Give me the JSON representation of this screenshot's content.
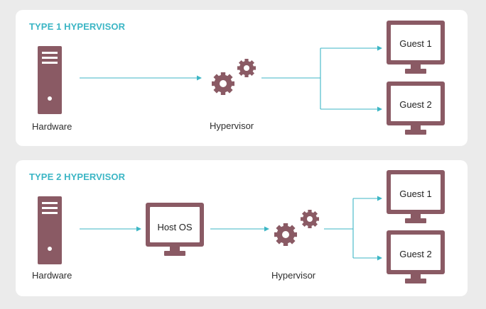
{
  "type1": {
    "title": "TYPE 1 HYPERVISOR",
    "hardware_label": "Hardware",
    "hypervisor_label": "Hypervisor",
    "guests": [
      "Guest 1",
      "Guest 2"
    ]
  },
  "type2": {
    "title": "TYPE 2 HYPERVISOR",
    "hardware_label": "Hardware",
    "host_os_label": "Host OS",
    "hypervisor_label": "Hypervisor",
    "guests": [
      "Guest 1",
      "Guest 2"
    ]
  },
  "colors": {
    "background": "#ebebeb",
    "panel": "#ffffff",
    "accent": "#3cb6c5",
    "icon": "#8a5a64",
    "text": "#2e2e2e"
  },
  "icons": [
    "server-tower-icon",
    "gears-icon",
    "monitor-icon"
  ]
}
